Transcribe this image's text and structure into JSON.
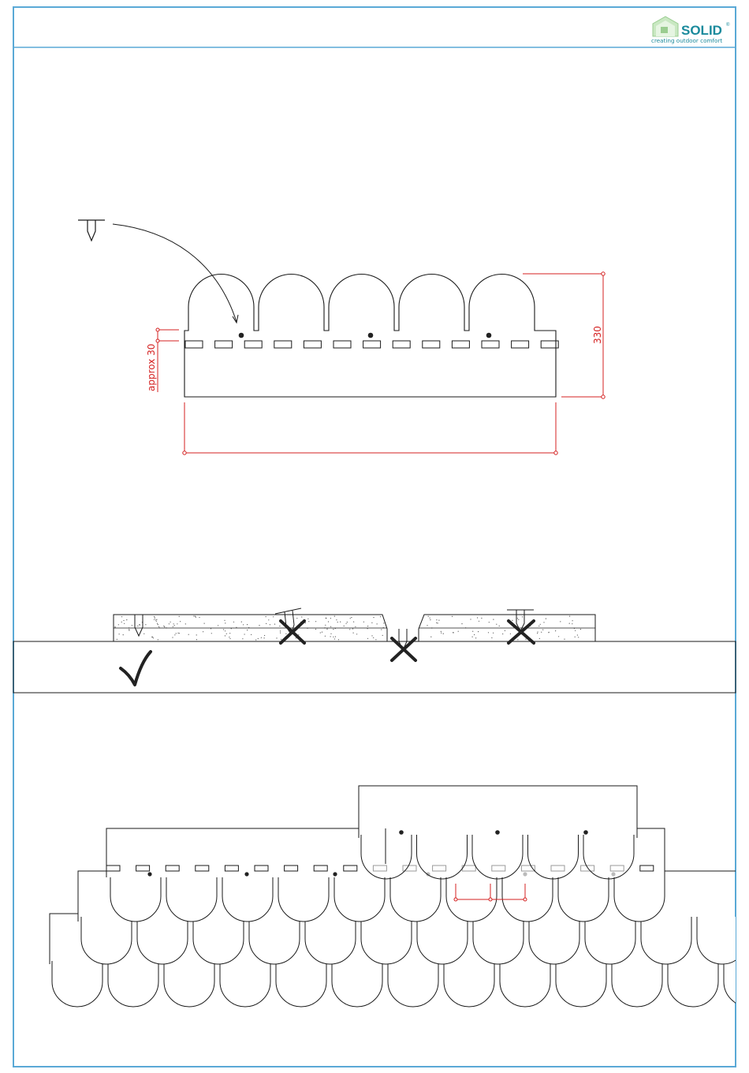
{
  "brand": {
    "name": "SOLID",
    "registered": "®",
    "tagline": "creating outdoor comfort",
    "color": "#1a8a9c"
  },
  "dimensions": {
    "height_label": "330",
    "overlap_label": "approx 30"
  },
  "colors": {
    "frame": "#5aa9d6",
    "line": "#1a1a1a",
    "dimension": "#d42020",
    "mark": "#222222"
  },
  "icons": {
    "nail": "nail-icon",
    "correct": "checkmark-icon",
    "wrong": "cross-icon"
  }
}
